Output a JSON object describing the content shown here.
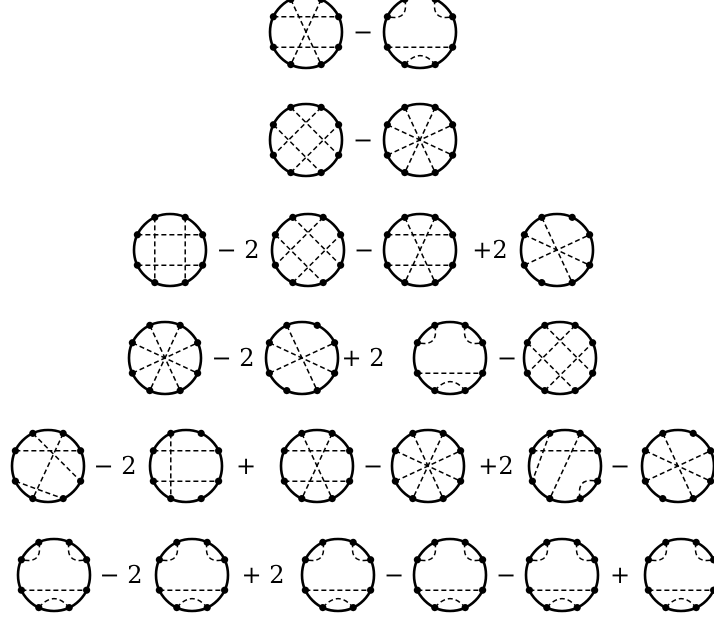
{
  "rows": [
    {
      "terms": [
        {
          "op": ""
        },
        {
          "op": "−"
        }
      ]
    },
    {
      "terms": [
        {
          "op": ""
        },
        {
          "op": "−"
        }
      ]
    },
    {
      "terms": [
        {
          "op": ""
        },
        {
          "op": "− 2"
        },
        {
          "op": "−"
        },
        {
          "op": "+2"
        }
      ]
    },
    {
      "terms": [
        {
          "op": ""
        },
        {
          "op": "− 2"
        },
        {
          "op": "+ 2"
        },
        {
          "op": "−"
        }
      ]
    },
    {
      "terms": [
        {
          "op": ""
        },
        {
          "op": "− 2"
        },
        {
          "op": "+"
        },
        {
          "op": "−"
        },
        {
          "op": "+2"
        },
        {
          "op": "−"
        }
      ]
    },
    {
      "terms": [
        {
          "op": ""
        },
        {
          "op": "− 2"
        },
        {
          "op": "+ 2"
        },
        {
          "op": "−"
        },
        {
          "op": "−"
        },
        {
          "op": "+"
        }
      ]
    }
  ]
}
